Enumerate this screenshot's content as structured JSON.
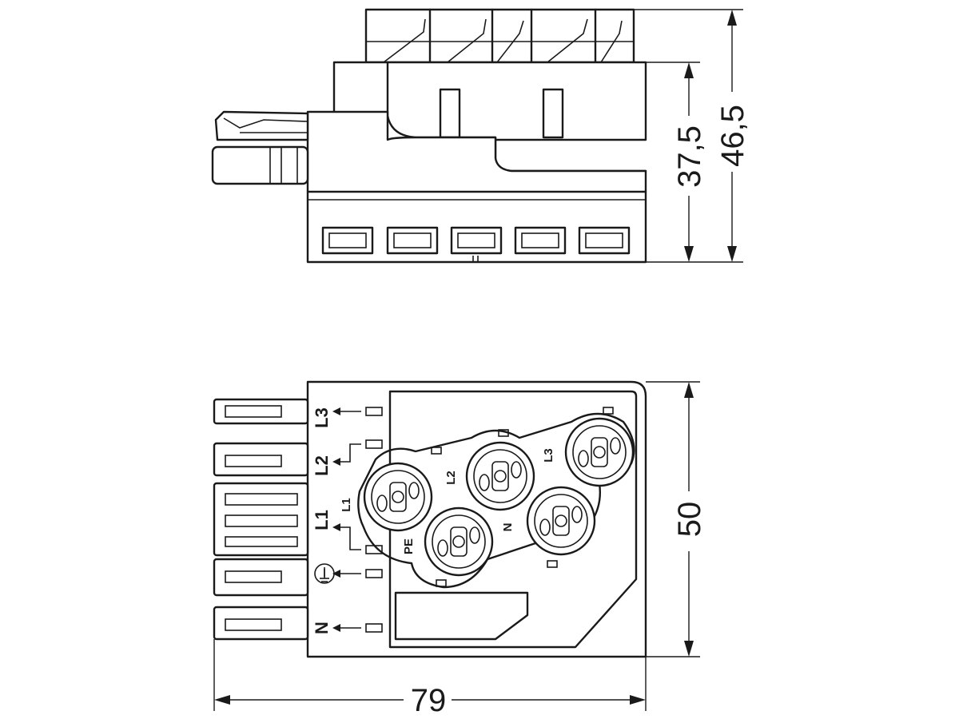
{
  "dimensions": {
    "height_main": "37,5",
    "height_total": "46,5",
    "depth": "50",
    "width": "79"
  },
  "side_labels": {
    "l3": "L3",
    "l2": "L2",
    "l1": "L1",
    "n": "N"
  },
  "socket_labels": {
    "l1": "L1",
    "l2": "L2",
    "l3": "L3",
    "pe": "PE",
    "n": "N"
  },
  "icons": {
    "ground": "ground-symbol-icon"
  }
}
